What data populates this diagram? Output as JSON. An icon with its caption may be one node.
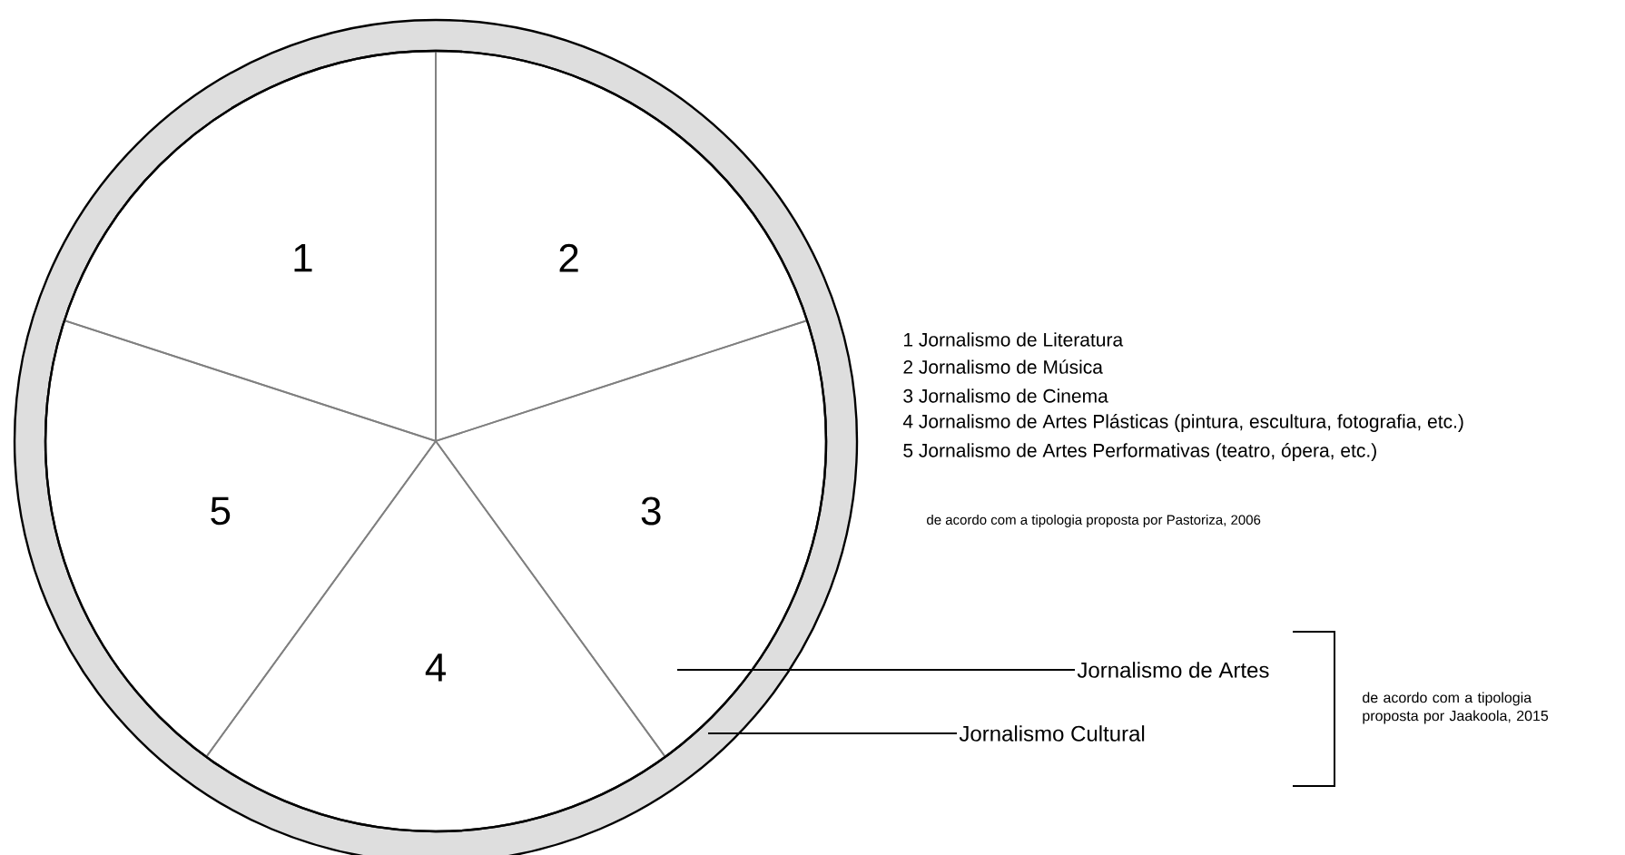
{
  "diagram": {
    "nodes": [
      {
        "text": [],
        "shape": "circle"
      },
      {
        "text": [],
        "shape": "circle",
        "in": 0
      },
      {
        "text": [
          "1"
        ],
        "in": 1
      },
      {
        "text": [
          "2"
        ],
        "in": 1
      },
      {
        "text": [
          "3"
        ],
        "in": 1
      },
      {
        "text": [
          "4"
        ],
        "in": 1
      },
      {
        "text": [
          "5"
        ],
        "in": 1
      },
      {
        "text": [
          "Jornalismo de Artes"
        ]
      },
      {
        "text": [
          "Jornalismo Cultural"
        ]
      }
    ],
    "edges": [
      {
        "from": 7,
        "to": 1,
        "arrow": "none"
      },
      {
        "from": 8,
        "to": 0,
        "arrow": "none"
      }
    ],
    "labels": [
      "1 Jornalismo de Literatura",
      "2 Jornalismo de Música",
      "3 Jornalismo de Cinema",
      "4 Jornalismo de Artes Plásticas (pintura, escultura, fotografia, etc.)",
      "5 Jornalismo de Artes Performativas (teatro, ópera, etc.)",
      "de acordo com a tipologia proposta por Pastoriza, 2006",
      "de acordo com a tipologia proposta por Jaakoola, 2015"
    ]
  }
}
